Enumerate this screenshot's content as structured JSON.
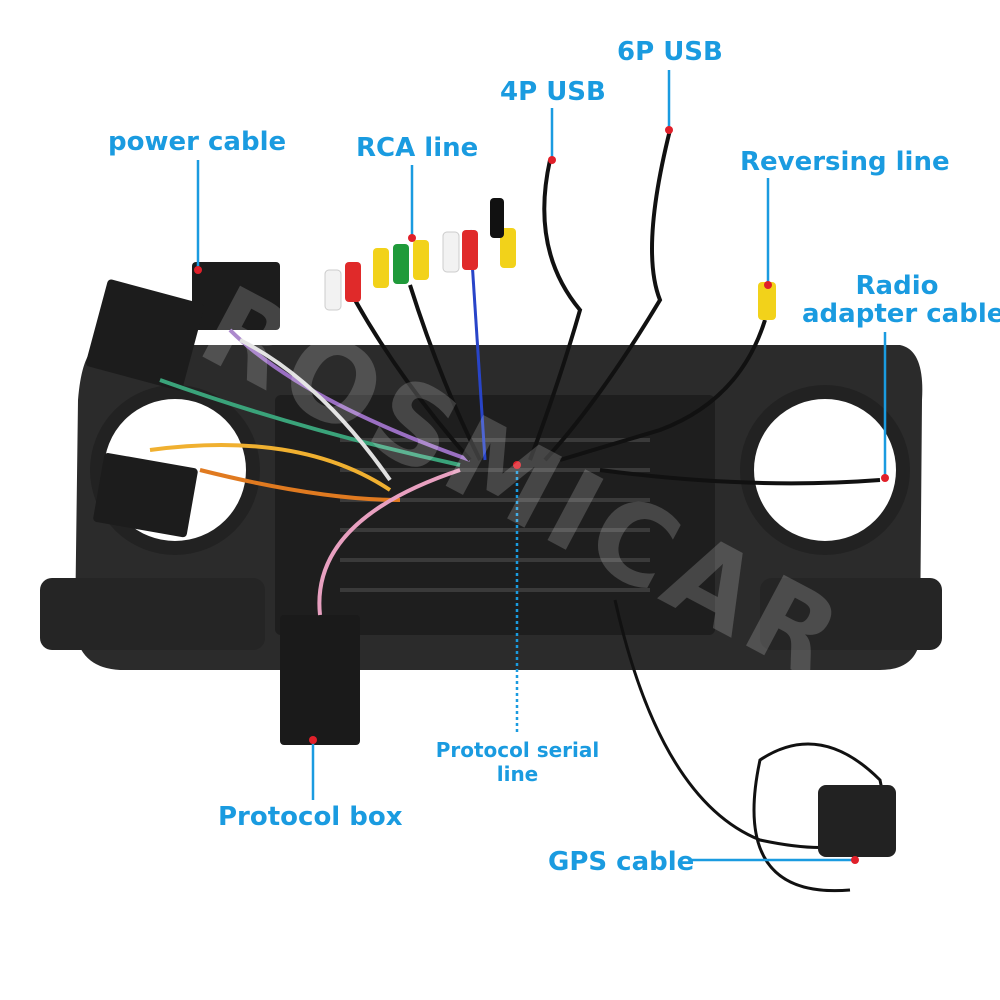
{
  "labels": {
    "power_cable": "power cable",
    "rca_line": "RCA line",
    "usb_4p": "4P USB",
    "usb_6p": "6P USB",
    "reversing_line": "Reversing line",
    "radio_adapter_line1": "Radio",
    "radio_adapter_line2": "adapter cable",
    "protocol_serial_line1": "Protocol serial",
    "protocol_serial_line2": "line",
    "protocol_box": "Protocol box",
    "gps_cable": "GPS cable"
  },
  "watermark": "ROSMICAR",
  "colors": {
    "label": "#1a9be0",
    "marker": "#e0202a",
    "panel": "#2a2a2a"
  }
}
